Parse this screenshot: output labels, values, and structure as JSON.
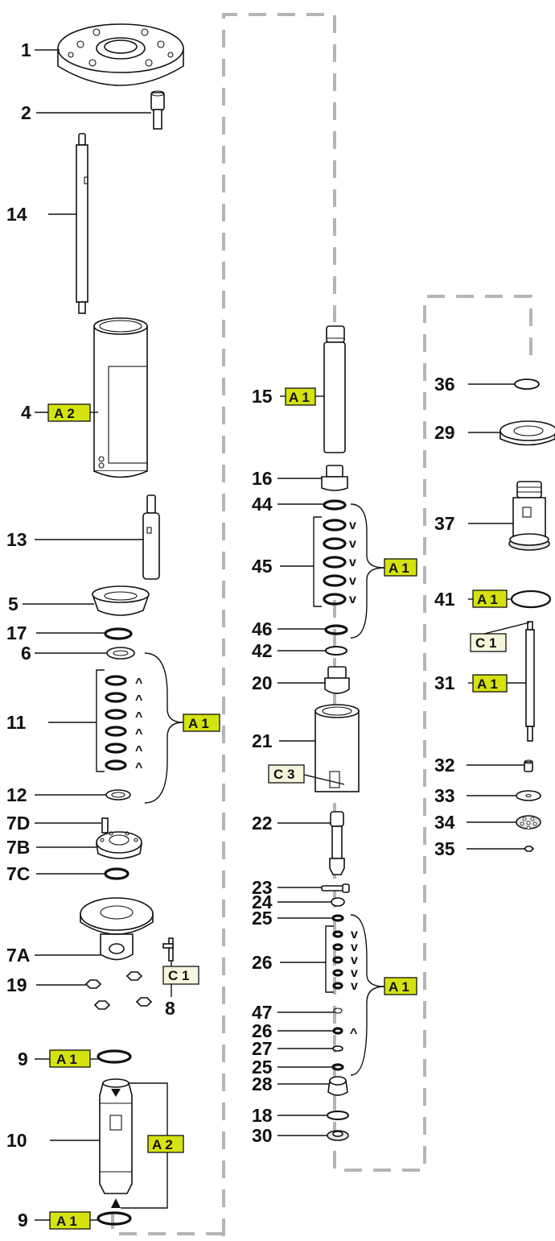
{
  "labels": {
    "l1": "1",
    "l2": "2",
    "l14": "14",
    "l4": "4",
    "l13": "13",
    "l5": "5",
    "l17": "17",
    "l6": "6",
    "l11": "11",
    "l12": "12",
    "l7D": "7D",
    "l7B": "7B",
    "l7C": "7C",
    "l7A": "7A",
    "l8": "8",
    "l19": "19",
    "l9a": "9",
    "l10": "10",
    "l9b": "9",
    "l15": "15",
    "l16": "16",
    "l44": "44",
    "l45": "45",
    "l46": "46",
    "l42": "42",
    "l20": "20",
    "l21": "21",
    "l22": "22",
    "l23": "23",
    "l24": "24",
    "l25a": "25",
    "l26a": "26",
    "l47": "47",
    "l26b": "26",
    "l27": "27",
    "l25b": "25",
    "l28": "28",
    "l18": "18",
    "l30": "30",
    "l36": "36",
    "l29": "29",
    "l37": "37",
    "l41": "41",
    "l31": "31",
    "l32": "32",
    "l33": "33",
    "l34": "34",
    "l35": "35"
  },
  "badges": {
    "b4": "A 2",
    "b11": "A 1",
    "b9a": "A 1",
    "b10": "A 2",
    "b9b": "A 1",
    "b8": "C 1",
    "b15": "A 1",
    "b45": "A 1",
    "b21": "C 3",
    "b26": "A 1",
    "b41": "A 1",
    "b31c": "C 1",
    "b31": "A 1"
  },
  "marks": {
    "up": "^",
    "down": "v"
  },
  "colors": {
    "badge_a": "#d4e30f",
    "badge_c": "#f5f5dc",
    "dashed_frame": "#b5b5b5"
  }
}
